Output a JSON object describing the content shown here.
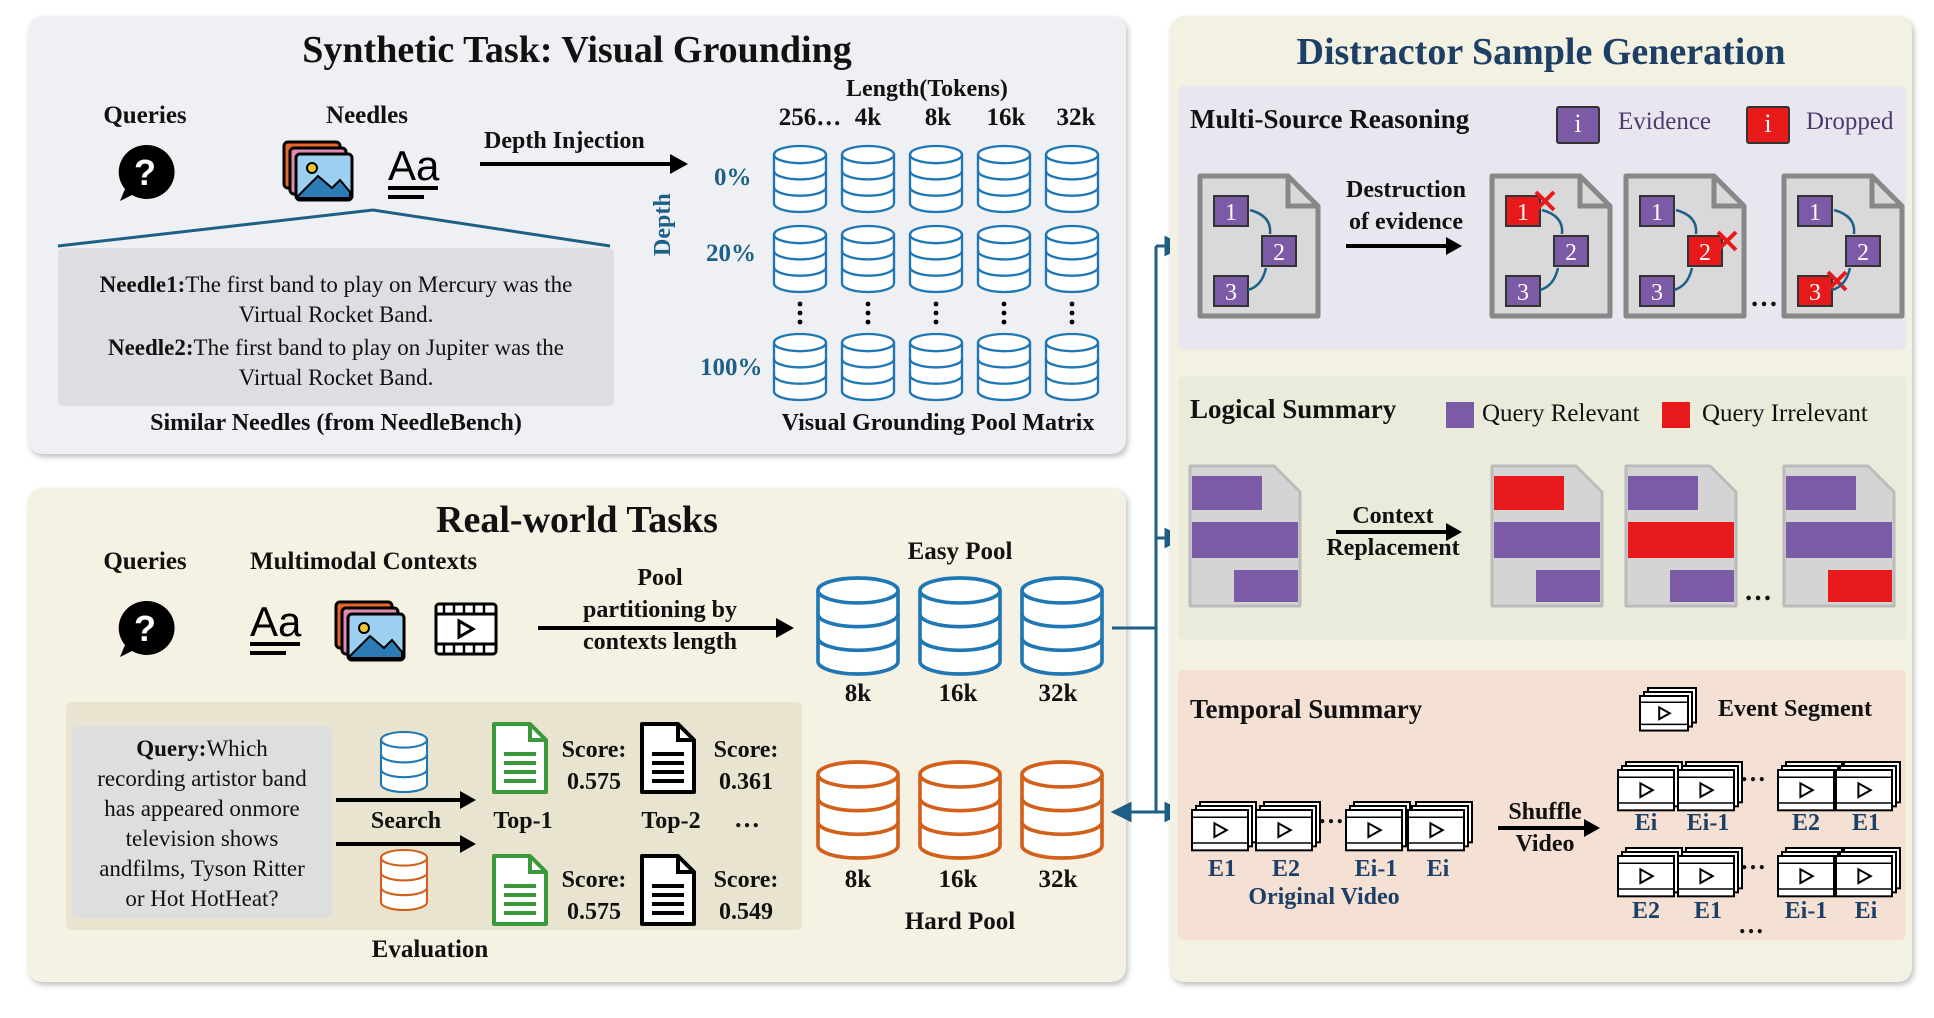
{
  "synthetic": {
    "title": "Synthetic Task: Visual Grounding",
    "queries": "Queries",
    "needles": "Needles",
    "depth_injection": "Depth Injection",
    "length_label": "Length(Tokens)",
    "lengths": [
      "256…",
      "4k",
      "8k",
      "16k",
      "32k"
    ],
    "depth_axis": "Depth",
    "depths": [
      "0%",
      "20%",
      "100%"
    ],
    "needle1_label": "Needle1:",
    "needle1_text_a": "The first band to play on Mercury was the",
    "needle1_text_b": "Virtual Rocket Band.",
    "needle2_label": "Needle2:",
    "needle2_text_a": "The first band to play on Jupiter was the",
    "needle2_text_b": "Virtual Rocket Band.",
    "similar_caption": "Similar Needles (from NeedleBench)",
    "pool_caption": "Visual Grounding Pool Matrix"
  },
  "realworld": {
    "title": "Real-world Tasks",
    "queries": "Queries",
    "contexts": "Multimodal Contexts",
    "partition_a": "Pool",
    "partition_b": "partitioning by",
    "partition_c": "contexts length",
    "easy_pool": "Easy Pool",
    "hard_pool": "Hard Pool",
    "pool_sizes": [
      "8k",
      "16k",
      "32k"
    ],
    "query_label": "Query:",
    "query_lines": [
      "Which",
      "recording artistor band",
      "has appeared onmore",
      "television shows",
      "andfilms, Tyson Ritter",
      "or Hot HotHeat?"
    ],
    "search": "Search",
    "top1": "Top-1",
    "top2": "Top-2",
    "dots": "…",
    "score_label": "Score:",
    "scores": [
      "0.575",
      "0.361",
      "0.575",
      "0.549"
    ],
    "evaluation": "Evaluation"
  },
  "distractor": {
    "title": "Distractor Sample Generation",
    "multi_source": {
      "title": "Multi-Source Reasoning",
      "legend_evidence": "Evidence",
      "legend_dropped": "Dropped",
      "legend_glyph": "i",
      "arrow_a": "Destruction",
      "arrow_b": "of evidence",
      "numbers": [
        "1",
        "2",
        "3"
      ],
      "ellipsis": "…"
    },
    "logical": {
      "title": "Logical Summary",
      "legend_relevant": "Query Relevant",
      "legend_irrelevant": "Query Irrelevant",
      "arrow_a": "Context",
      "arrow_b": "Replacement",
      "ellipsis": "…"
    },
    "temporal": {
      "title": "Temporal Summary",
      "event_segment": "Event Segment",
      "original_labels": [
        "E1",
        "E2",
        "Ei-1",
        "Ei"
      ],
      "original_caption": "Original Video",
      "arrow_a": "Shuffle",
      "arrow_b": "Video",
      "row1_labels": [
        "Ei",
        "Ei-1",
        "E2",
        "E1"
      ],
      "row2_labels": [
        "E2",
        "E1",
        "Ei-1",
        "Ei"
      ],
      "ellipsis": "…"
    }
  },
  "colors": {
    "blue": "#1f77b4",
    "teal_line": "#1d5f86",
    "orange": "#d2601a",
    "purple": "#7b5aa6",
    "red": "#e8191b",
    "green": "#3a9a3a",
    "synthetic_bg": "#eef0f3",
    "real_bg": "#f5f1e3",
    "distractor_bg": "#f3f1e1",
    "multi_bg": "#e9e6f0",
    "logical_bg": "#ebebdc",
    "temporal_bg": "#f4e1d4"
  }
}
